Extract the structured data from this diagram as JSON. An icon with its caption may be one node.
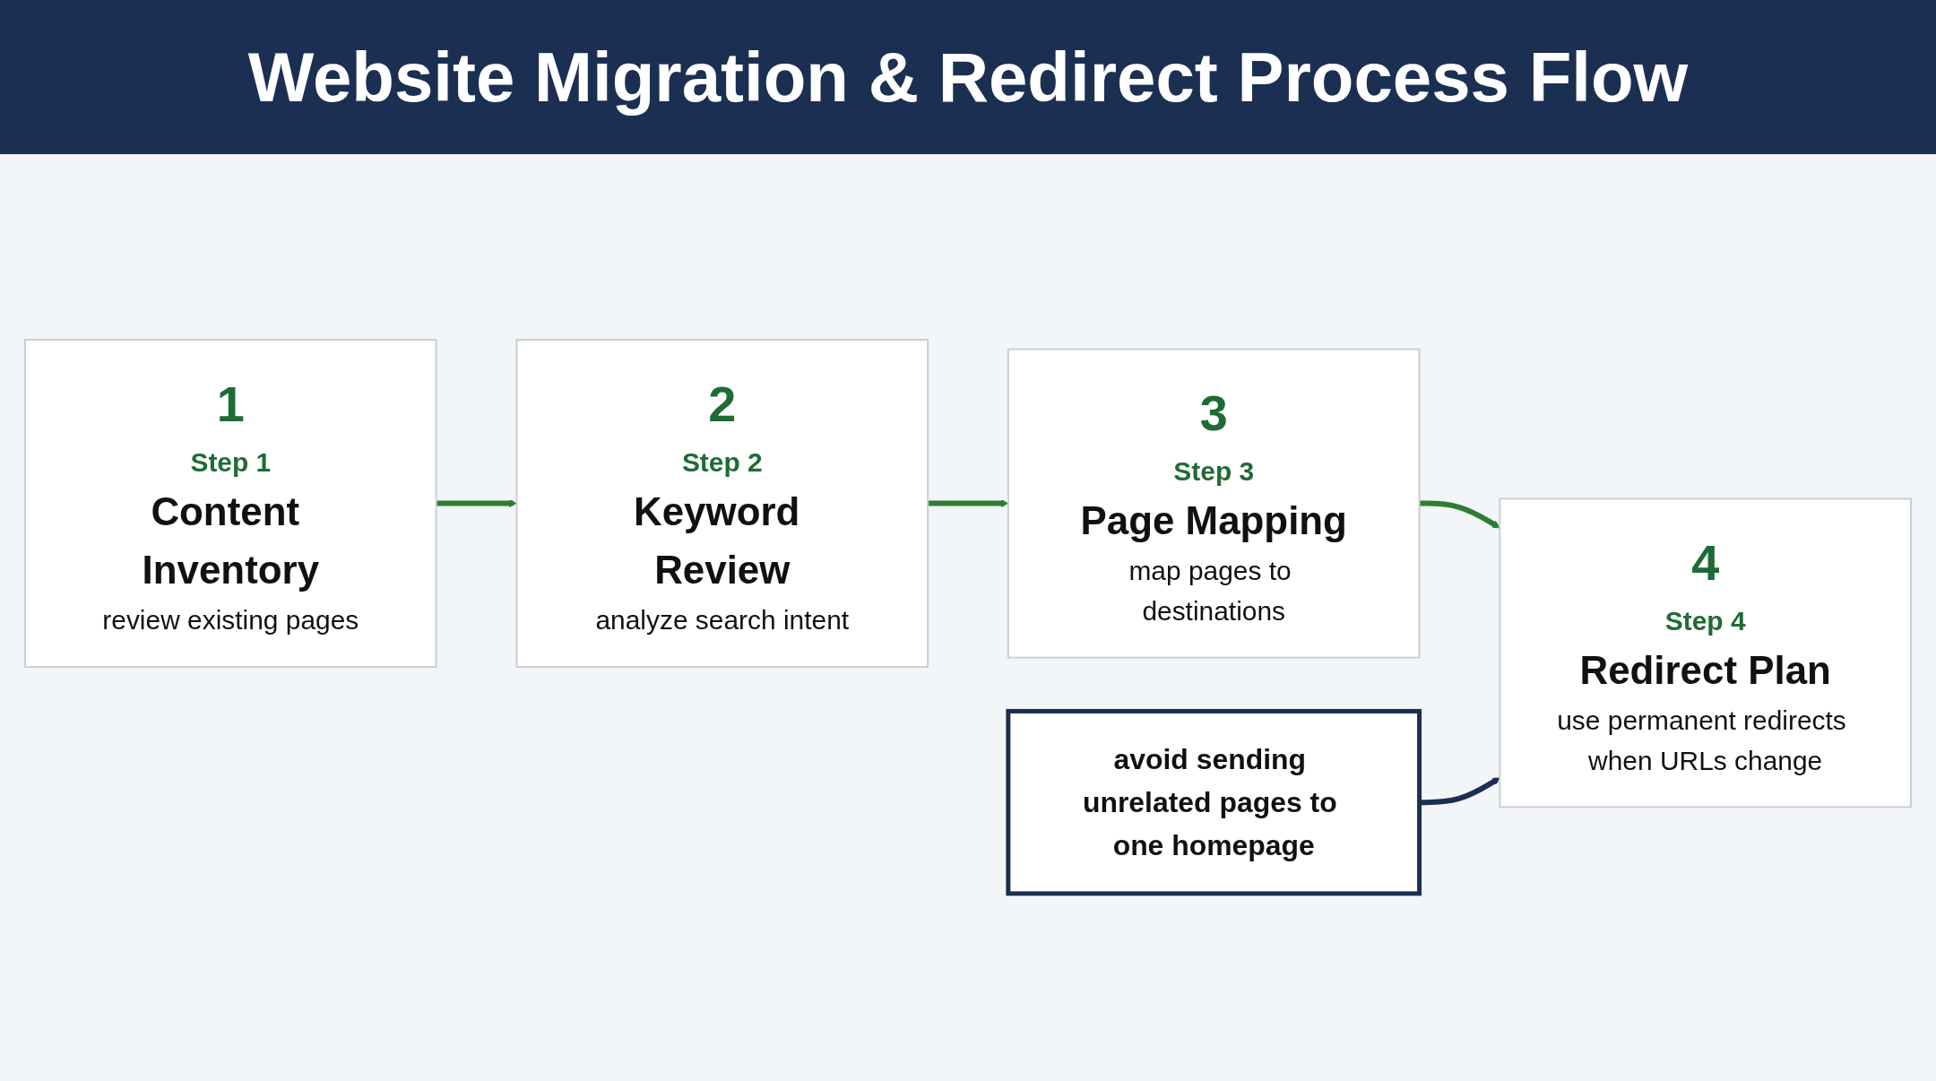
{
  "diagram": {
    "title": "Website Migration & Redirect Process Flow",
    "nodes": [
      {
        "text": [
          "1",
          "Step 1",
          "Content Inventory",
          "review existing pages"
        ]
      },
      {
        "text": [
          "2",
          "Step 2",
          "Keyword Review",
          "analyze search intent"
        ]
      },
      {
        "text": [
          "3",
          "Step 3",
          "Page Mapping",
          "map pages to destinations"
        ]
      },
      {
        "text": [
          "4",
          "Step 4",
          "Redirect Plan",
          "use permanent redirects when URLs change"
        ]
      },
      {
        "text": [
          "avoid sending unrelated pages to one homepage"
        ]
      }
    ],
    "edges": [
      {
        "from": 0,
        "to": 1,
        "arrow": "to"
      },
      {
        "from": 1,
        "to": 2,
        "arrow": "to"
      },
      {
        "from": 2,
        "to": 3,
        "arrow": "to"
      },
      {
        "from": 4,
        "to": 3,
        "arrow": "to",
        "color": "#1b2f52"
      }
    ]
  }
}
